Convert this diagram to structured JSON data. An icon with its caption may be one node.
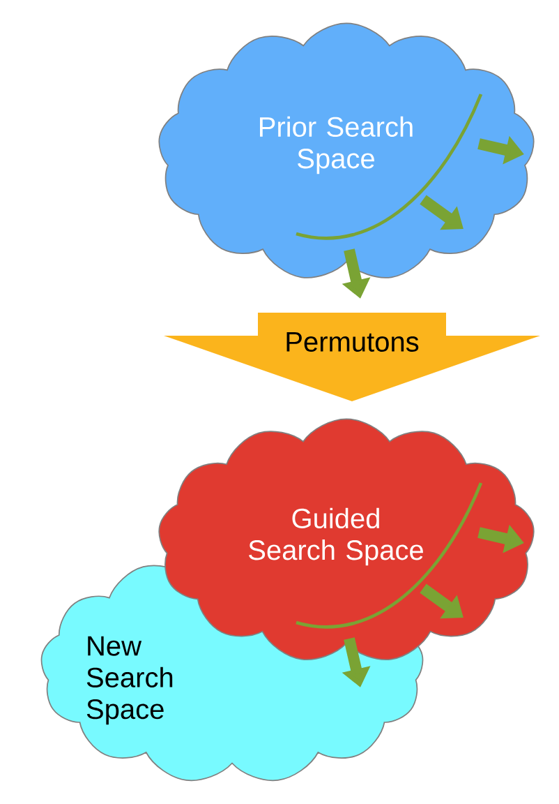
{
  "diagram": {
    "nodes": [
      {
        "text": [
          "Prior Search Space"
        ]
      },
      {
        "text": [
          "Permutons"
        ]
      },
      {
        "text": [
          "New Search Space"
        ]
      },
      {
        "text": [
          "Guided Search Space"
        ]
      }
    ]
  }
}
